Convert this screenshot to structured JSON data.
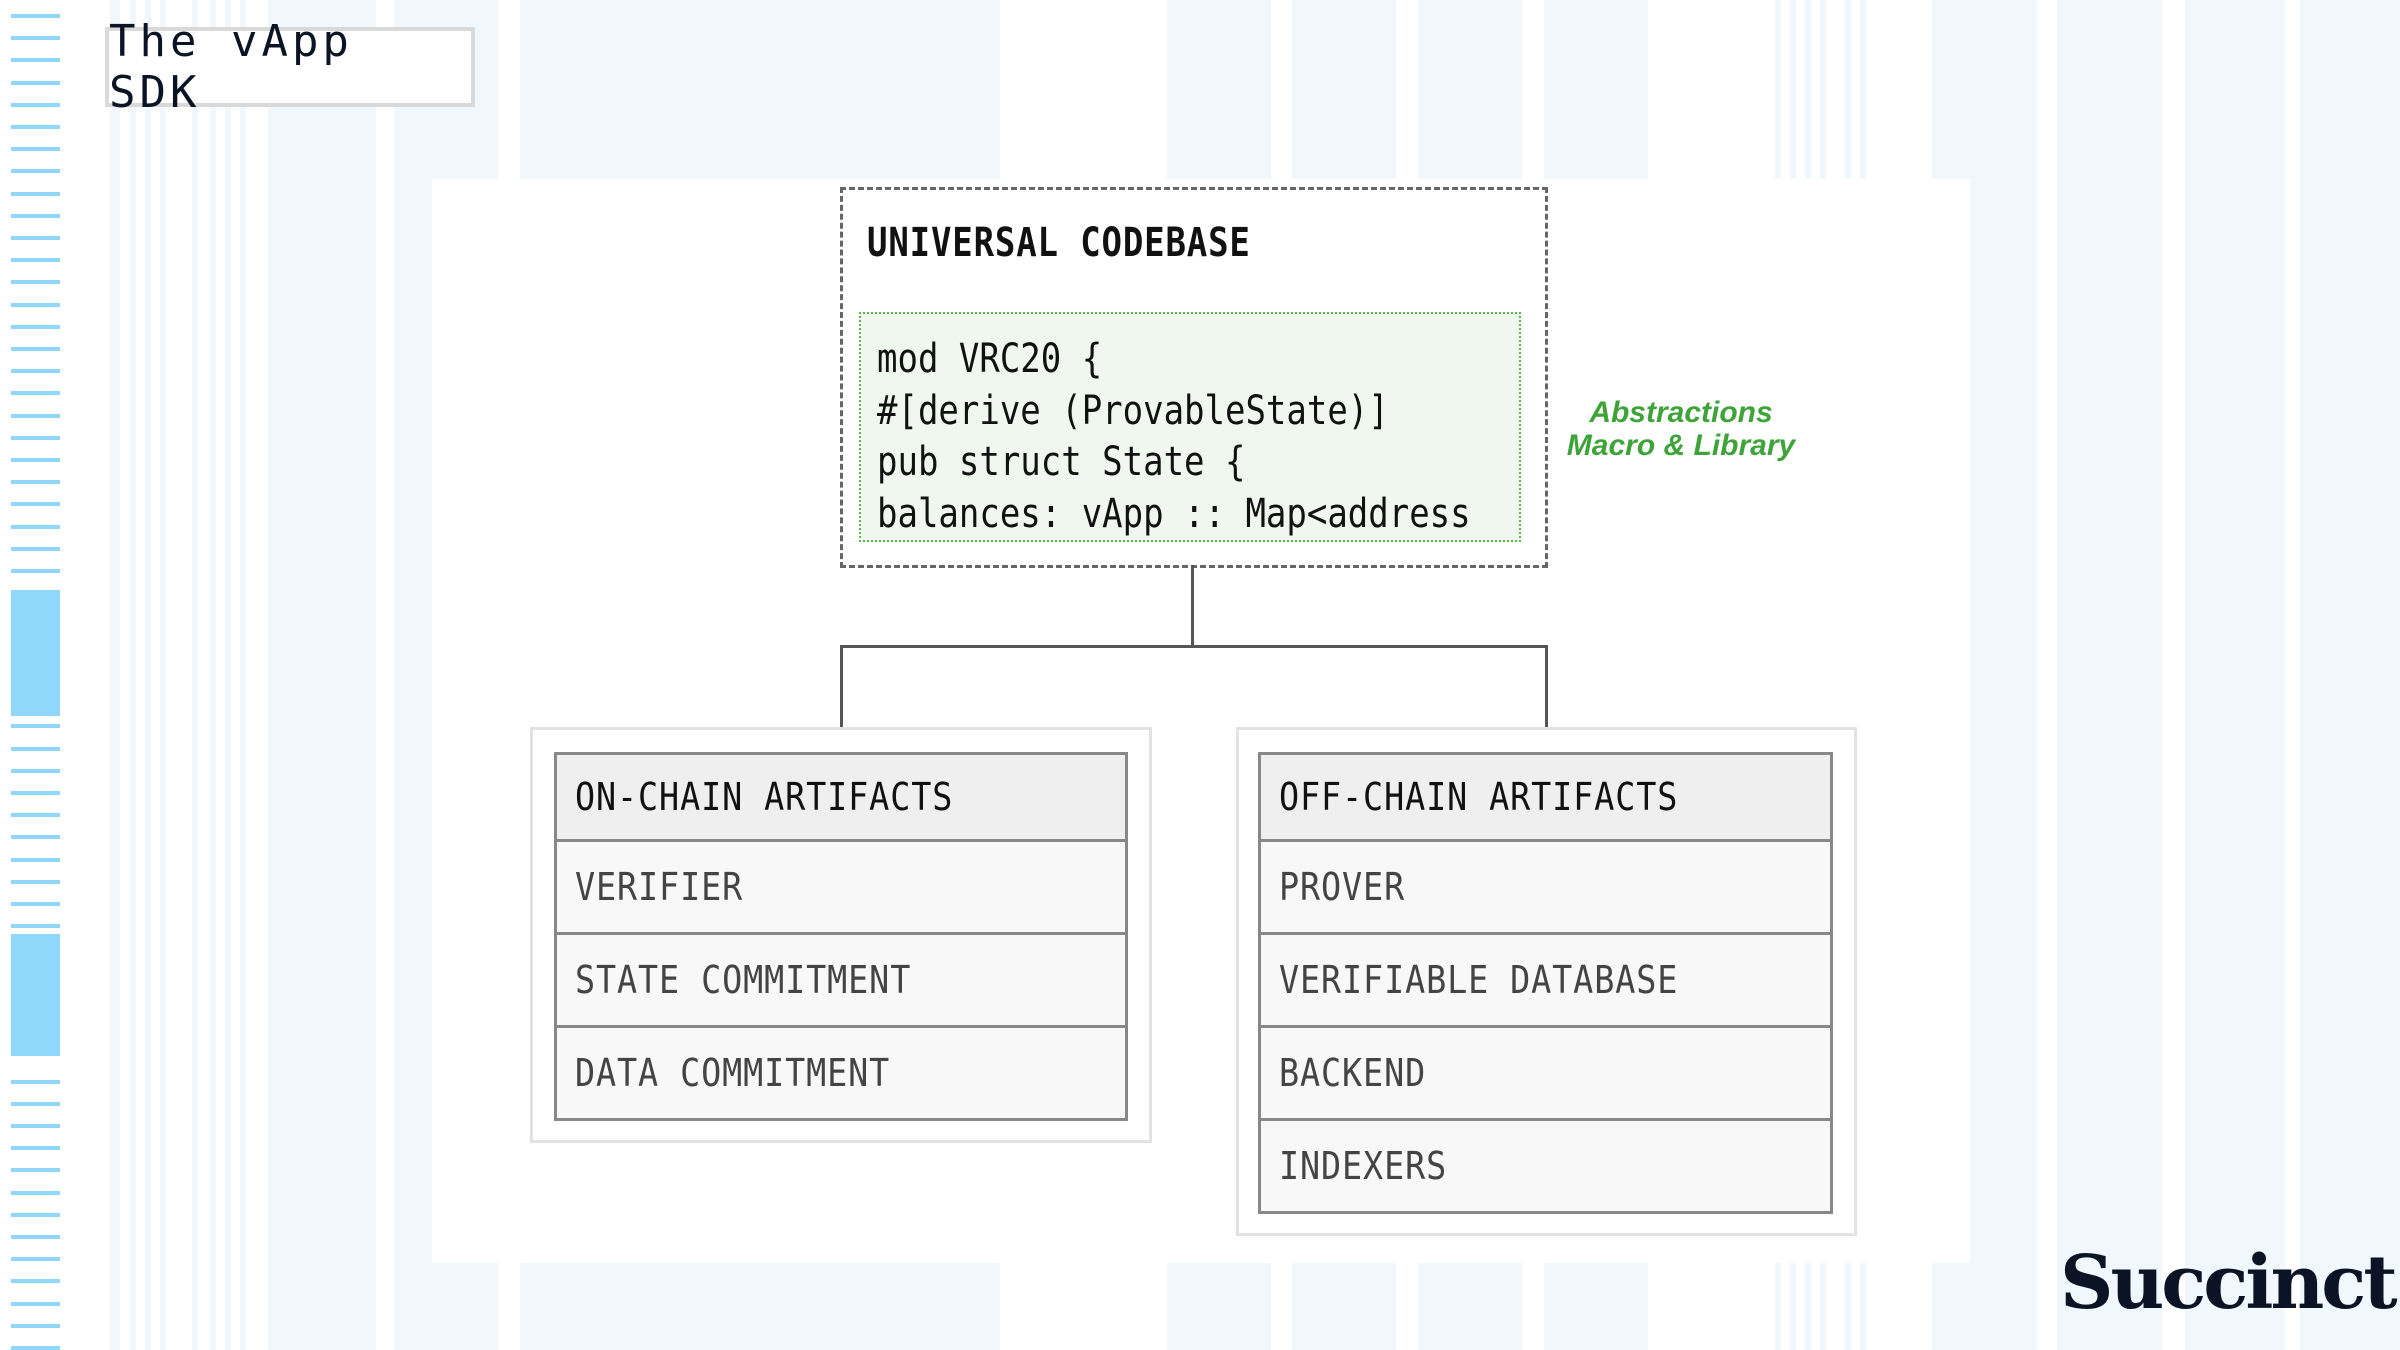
{
  "header": {
    "title": "The vApp SDK"
  },
  "codebase": {
    "title": "UNIVERSAL CODEBASE",
    "code_lines": [
      "mod VRC20 {",
      "#[derive (ProvableState)]",
      "pub struct State {",
      "balances: vApp :: Map<address"
    ],
    "annotation_line1": "Abstractions",
    "annotation_line2": "Macro & Library"
  },
  "on_chain": {
    "header": "ON-CHAIN ARTIFACTS",
    "items": [
      "VERIFIER",
      "STATE COMMITMENT",
      "DATA COMMITMENT"
    ]
  },
  "off_chain": {
    "header": "OFF-CHAIN ARTIFACTS",
    "items": [
      "PROVER",
      "VERIFIABLE DATABASE",
      "BACKEND",
      "INDEXERS"
    ]
  },
  "brand": {
    "logo": "Succinct"
  },
  "colors": {
    "accent_green": "#3ea43a",
    "tick_blue": "#8fd7fb",
    "text_dark": "#0a1424"
  }
}
